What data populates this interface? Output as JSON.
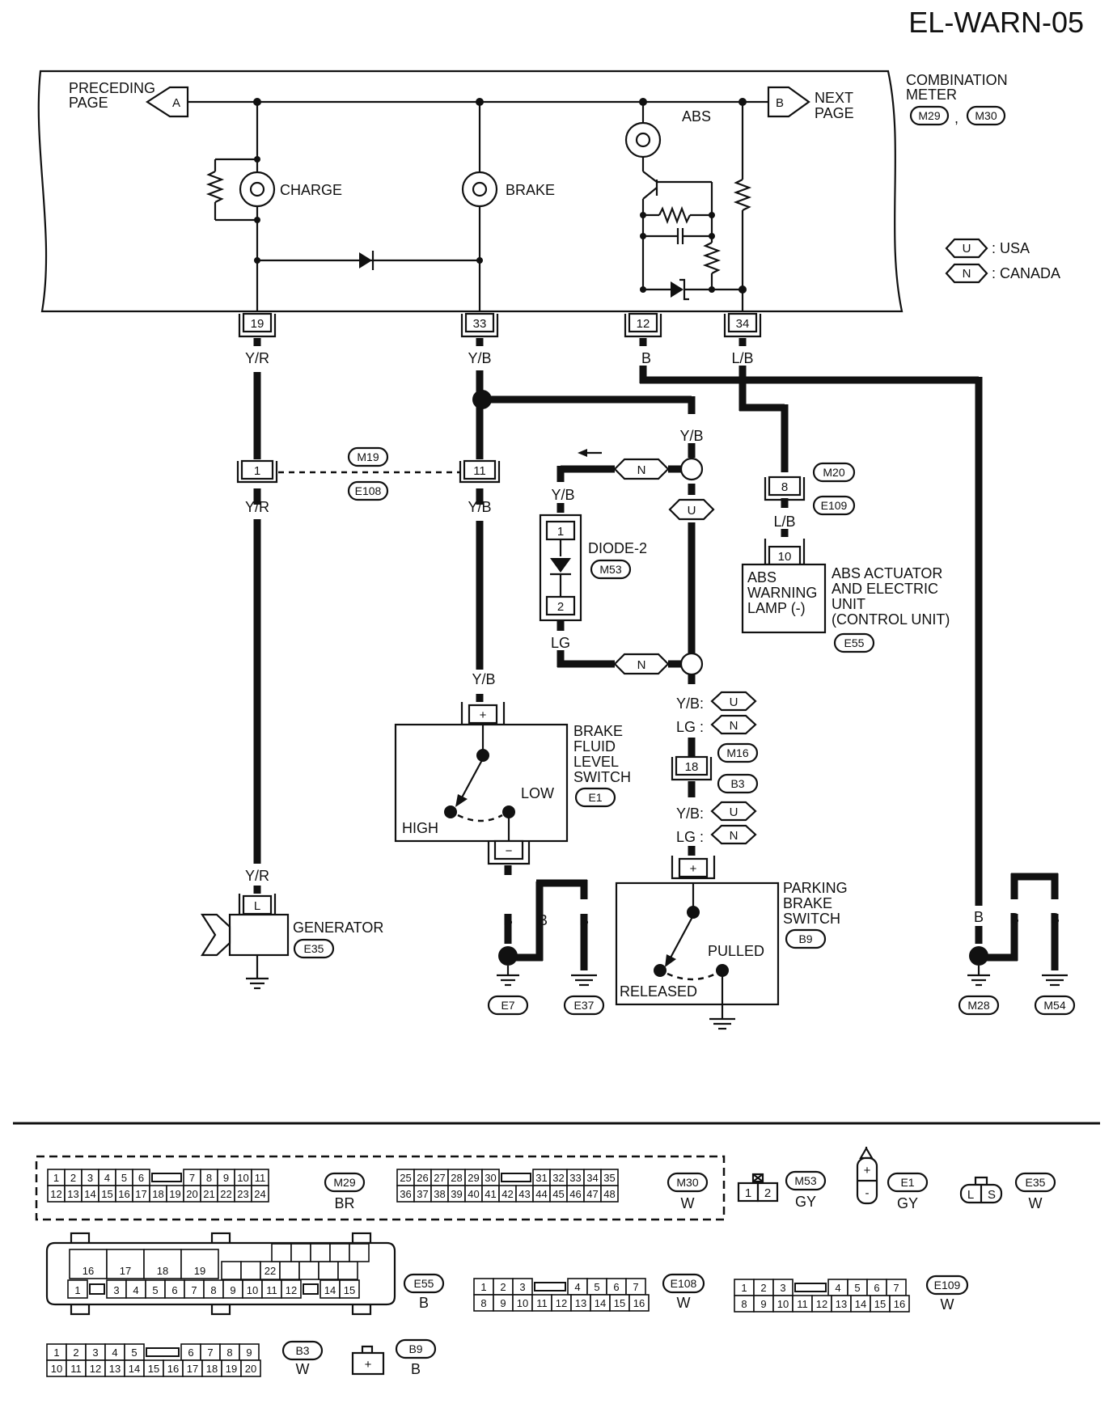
{
  "page_id": "EL-WARN-05",
  "meter": {
    "title_line1": "COMBINATION",
    "title_line2": "METER",
    "conn_a": "M29",
    "conn_b": "M30",
    "separator": ","
  },
  "legend": {
    "u_symbol": "U",
    "u_text": ": USA",
    "n_symbol": "N",
    "n_text": ": CANADA"
  },
  "nav": {
    "prev_line1": "PRECEDING",
    "prev_line2": "PAGE",
    "prev_symbol": "A",
    "next_line1": "NEXT",
    "next_line2": "PAGE",
    "next_symbol": "B"
  },
  "lamps": {
    "charge": "CHARGE",
    "brake": "BRAKE",
    "abs": "ABS"
  },
  "meter_terminals": {
    "t19": "19",
    "t33": "33",
    "t12": "12",
    "t34": "34"
  },
  "wires": {
    "yr_1": "Y/R",
    "yb_1": "Y/B",
    "b_1": "B",
    "lb_1": "L/B",
    "yb_2": "Y/B",
    "yb_3": "Y/B",
    "yr_2": "Y/R",
    "yb_4": "Y/B",
    "lb_2": "L/B",
    "lg_1": "LG",
    "yb_5": "Y/B",
    "yr_3": "Y/R",
    "yb_u_1": "Y/B:",
    "lg_n_1": "LG :",
    "yb_u_2": "Y/B:",
    "lg_n_2": "LG :",
    "b_e7": "B",
    "b_e37a": "B",
    "b_e37b": "B",
    "b_m28": "B",
    "b_m54a": "B",
    "b_m54b": "B"
  },
  "inline_connectors": {
    "m19": "M19",
    "e108": "E108",
    "pin_1": "1",
    "pin_11": "11",
    "m20": "M20",
    "e109": "E109",
    "pin_8": "8",
    "m16": "M16",
    "b3": "B3",
    "pin_18": "18"
  },
  "symbols": {
    "n": "N",
    "u": "U"
  },
  "diode": {
    "name": "DIODE-2",
    "conn": "M53",
    "pin_1": "1",
    "pin_2": "2"
  },
  "abs_unit": {
    "pin": "10",
    "inner_line1": "ABS",
    "inner_line2": "WARNING",
    "inner_line3": "LAMP  (-)",
    "label_line1": "ABS ACTUATOR",
    "label_line2": "AND ELECTRIC",
    "label_line3": "UNIT",
    "label_line4": "(CONTROL UNIT)",
    "conn": "E55"
  },
  "brake_fluid_switch": {
    "pin_plus": "+",
    "pin_minus": "−",
    "label_line1": "BRAKE",
    "label_line2": "FLUID",
    "label_line3": "LEVEL",
    "label_line4": "SWITCH",
    "conn": "E1",
    "low": "LOW",
    "high": "HIGH"
  },
  "parking_brake_switch": {
    "pin_plus": "+",
    "label_line1": "PARKING",
    "label_line2": "BRAKE",
    "label_line3": "SWITCH",
    "conn": "B9",
    "pulled": "PULLED",
    "released": "RELEASED"
  },
  "generator": {
    "pin": "L",
    "label": "GENERATOR",
    "conn": "E35"
  },
  "grounds": {
    "e7": "E7",
    "e37": "E37",
    "m28": "M28",
    "m54": "M54"
  },
  "connector_views": {
    "m29": {
      "id": "M29",
      "color": "BR",
      "row1": [
        "1",
        "2",
        "3",
        "4",
        "5",
        "6",
        "",
        "7",
        "8",
        "9",
        "10",
        "11"
      ],
      "row2": [
        "12",
        "13",
        "14",
        "15",
        "16",
        "17",
        "18",
        "19",
        "20",
        "21",
        "22",
        "23",
        "24"
      ]
    },
    "m30": {
      "id": "M30",
      "color": "W",
      "row1": [
        "25",
        "26",
        "27",
        "28",
        "29",
        "30",
        "",
        "31",
        "32",
        "33",
        "34",
        "35"
      ],
      "row2": [
        "36",
        "37",
        "38",
        "39",
        "40",
        "41",
        "42",
        "43",
        "44",
        "45",
        "46",
        "47",
        "48"
      ]
    },
    "m53": {
      "id": "M53",
      "color": "GY",
      "row": [
        "1",
        "2"
      ]
    },
    "e1": {
      "id": "E1",
      "color": "GY",
      "plus": "+",
      "minus": "-"
    },
    "e35": {
      "id": "E35",
      "color": "W",
      "row": [
        "L",
        "S"
      ]
    },
    "e55": {
      "id": "E55",
      "color": "B",
      "top": [
        "16",
        "17",
        "18",
        "19"
      ],
      "mid": [
        "22"
      ],
      "bottom": [
        "1",
        "",
        "3",
        "4",
        "5",
        "6",
        "7",
        "8",
        "9",
        "10",
        "11",
        "12",
        "",
        "14",
        "15"
      ]
    },
    "e108": {
      "id": "E108",
      "color": "W",
      "row1": [
        "1",
        "2",
        "3",
        "",
        "4",
        "5",
        "6",
        "7"
      ],
      "row2": [
        "8",
        "9",
        "10",
        "11",
        "12",
        "13",
        "14",
        "15",
        "16"
      ]
    },
    "e109": {
      "id": "E109",
      "color": "W",
      "row1": [
        "1",
        "2",
        "3",
        "",
        "4",
        "5",
        "6",
        "7"
      ],
      "row2": [
        "8",
        "9",
        "10",
        "11",
        "12",
        "13",
        "14",
        "15",
        "16"
      ]
    },
    "b3": {
      "id": "B3",
      "color": "W",
      "row1": [
        "1",
        "2",
        "3",
        "4",
        "5",
        "",
        "6",
        "7",
        "8",
        "9"
      ],
      "row2": [
        "10",
        "11",
        "12",
        "13",
        "14",
        "15",
        "16",
        "17",
        "18",
        "19",
        "20"
      ]
    },
    "b9": {
      "id": "B9",
      "color": "B",
      "pin": "+"
    }
  }
}
